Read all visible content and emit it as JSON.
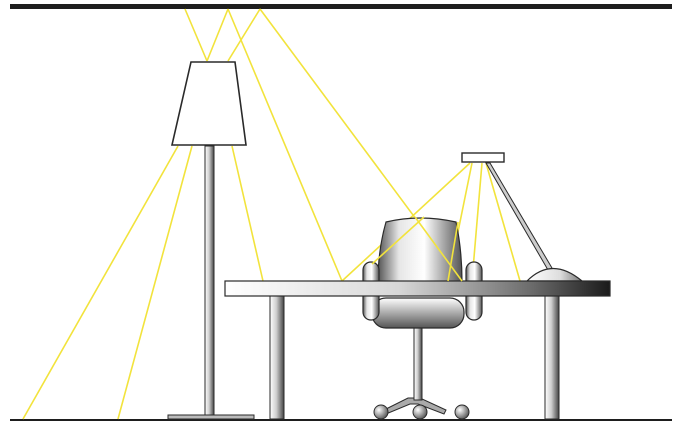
{
  "colors": {
    "background": "#ffffff",
    "ceiling": "#1e1e1e",
    "floor": "#1e1e1e",
    "light_ray": "#f2e33c",
    "outline": "#2a2a2a",
    "metal_light": "#ffffff",
    "metal_dark": "#444444",
    "desk_dark": "#1a1a1a"
  },
  "scene": {
    "elements": [
      "ceiling",
      "floor",
      "floor-lamp",
      "desk",
      "office-chair",
      "desk-lamp",
      "light-rays"
    ]
  }
}
